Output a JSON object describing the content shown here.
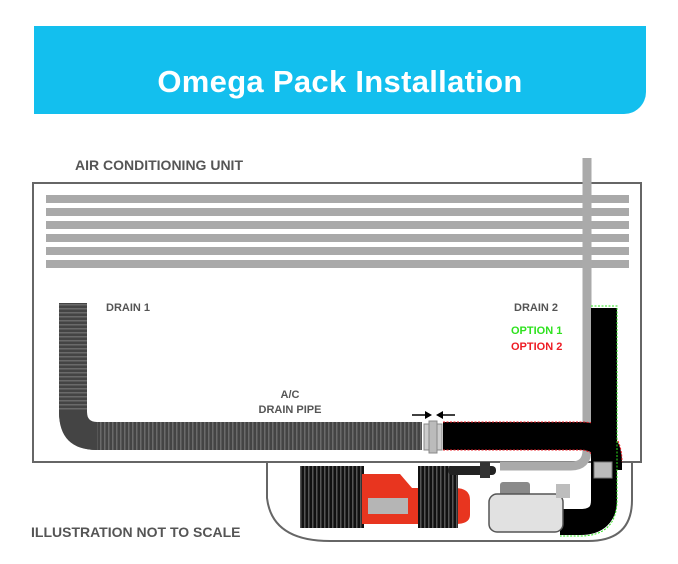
{
  "header": {
    "title": "Omega Pack Installation"
  },
  "unit": {
    "label": "AIR CONDITIONING UNIT"
  },
  "drains": {
    "drain1": "DRAIN 1",
    "drain2": "DRAIN 2"
  },
  "options": {
    "option1": {
      "label": "OPTION 1",
      "color": "#2ee21e"
    },
    "option2": {
      "label": "OPTION 2",
      "color": "#ee1c24"
    }
  },
  "pipe": {
    "line1": "A/C",
    "line2": "DRAIN PIPE"
  },
  "footer": {
    "note": "ILLUSTRATION NOT TO SCALE"
  },
  "colors": {
    "banner": "#13bfee",
    "pipe": "#444444",
    "pack": "#e8351f"
  }
}
